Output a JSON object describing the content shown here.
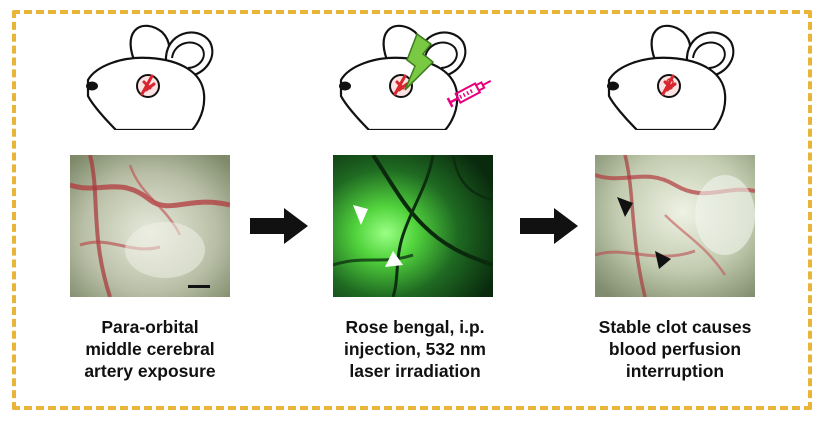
{
  "colors": {
    "frame_border": "#e8b53a",
    "vessel_red": "#d8262e",
    "laser_green": "#7ac943",
    "syringe_magenta": "#e6007e",
    "arrow": "#111111"
  },
  "steps": [
    {
      "caption_lines": [
        "Para-orbital",
        "middle cerebral",
        "artery exposure"
      ],
      "mouse_icons": [
        "mouse-head-icon",
        "red-vessel-eye-icon"
      ],
      "photo": "brightfield-vessel-photo",
      "markers": [
        "scale-bar"
      ]
    },
    {
      "caption_lines": [
        "Rose bengal, i.p.",
        "injection, 532 nm",
        "laser irradiation"
      ],
      "mouse_icons": [
        "mouse-head-icon",
        "red-vessel-eye-icon",
        "laser-bolt-icon",
        "syringe-icon"
      ],
      "photo": "fluorescence-vessel-photo",
      "markers": [
        "white-arrowhead",
        "white-arrowhead"
      ]
    },
    {
      "caption_lines": [
        "Stable clot causes",
        "blood perfusion",
        "interruption"
      ],
      "mouse_icons": [
        "mouse-head-icon",
        "clotted-vessel-eye-icon"
      ],
      "photo": "post-clot-vessel-photo",
      "markers": [
        "black-arrowhead",
        "black-arrowhead"
      ]
    }
  ],
  "connectors": [
    "right-arrow-icon",
    "right-arrow-icon"
  ]
}
